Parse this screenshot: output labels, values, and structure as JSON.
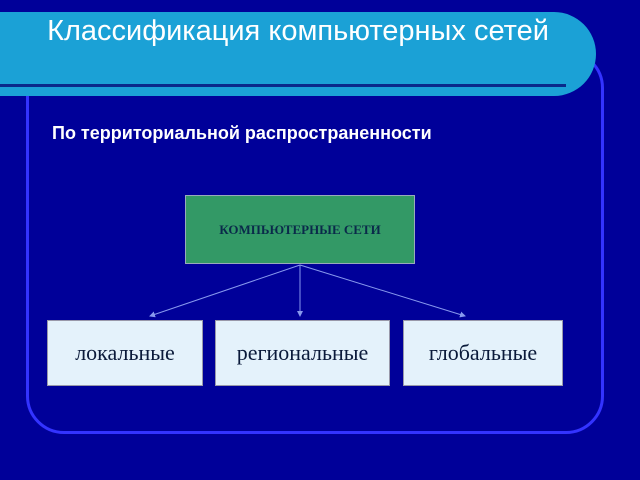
{
  "title": "Классификация компьютерных сетей",
  "subtitle": "По территориальной распространенности",
  "diagram": {
    "root": "КОМПЬЮТЕРНЫЕ СЕТИ",
    "children": [
      "локальные",
      "региональные",
      "глобальные"
    ]
  },
  "colors": {
    "background": "#000099",
    "title_bar": "#1ba1d6",
    "root_box": "#339966",
    "leaf_box": "#e4f2fb"
  }
}
